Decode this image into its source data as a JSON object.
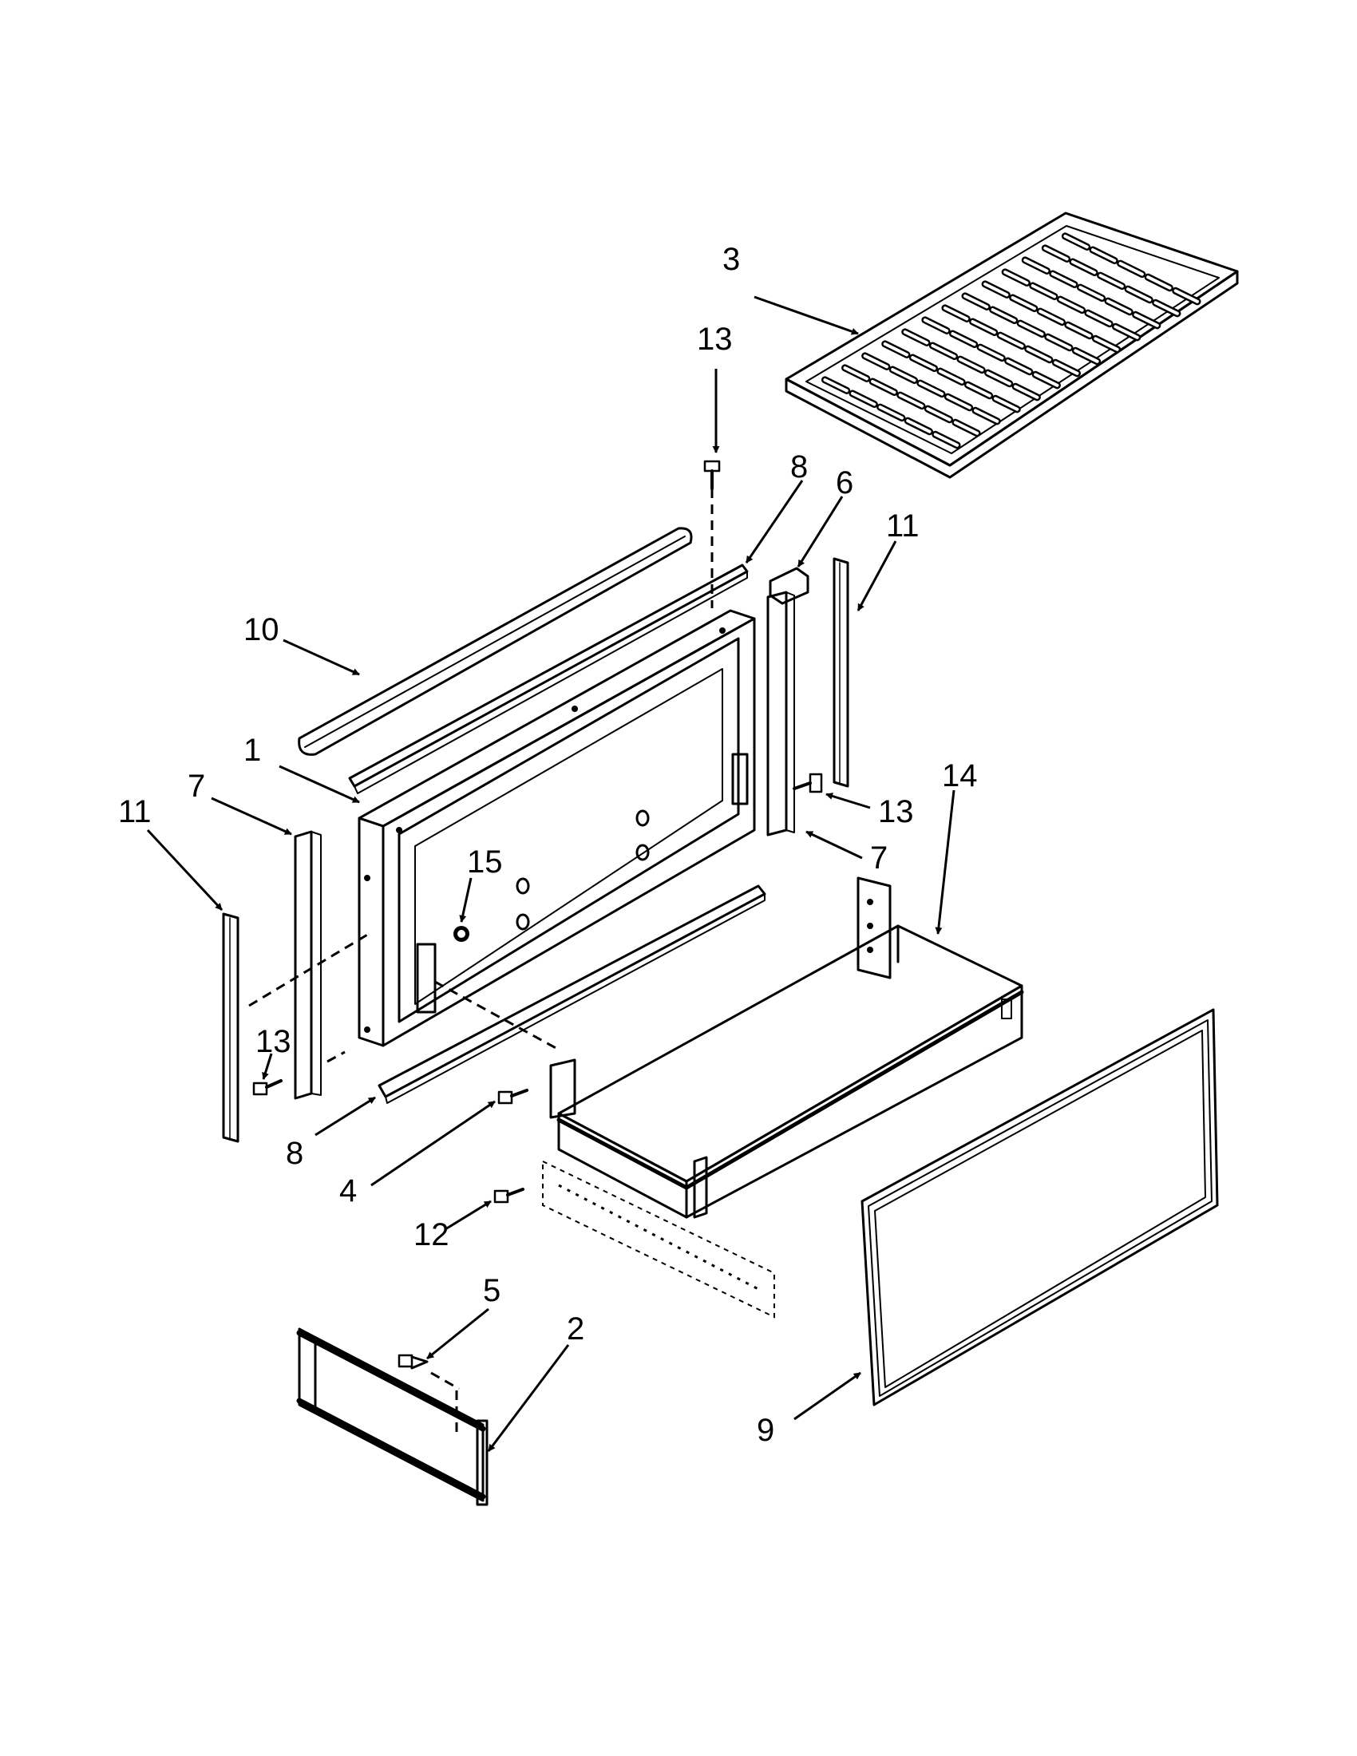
{
  "diagram": {
    "callouts": {
      "c1": "1",
      "c2": "2",
      "c3": "3",
      "c4": "4",
      "c5": "5",
      "c6": "6",
      "c7a": "7",
      "c7b": "7",
      "c8a": "8",
      "c8b": "8",
      "c9": "9",
      "c10": "10",
      "c11a": "11",
      "c11b": "11",
      "c12": "12",
      "c13a": "13",
      "c13b": "13",
      "c13c": "13",
      "c14": "14",
      "c15": "15"
    }
  }
}
